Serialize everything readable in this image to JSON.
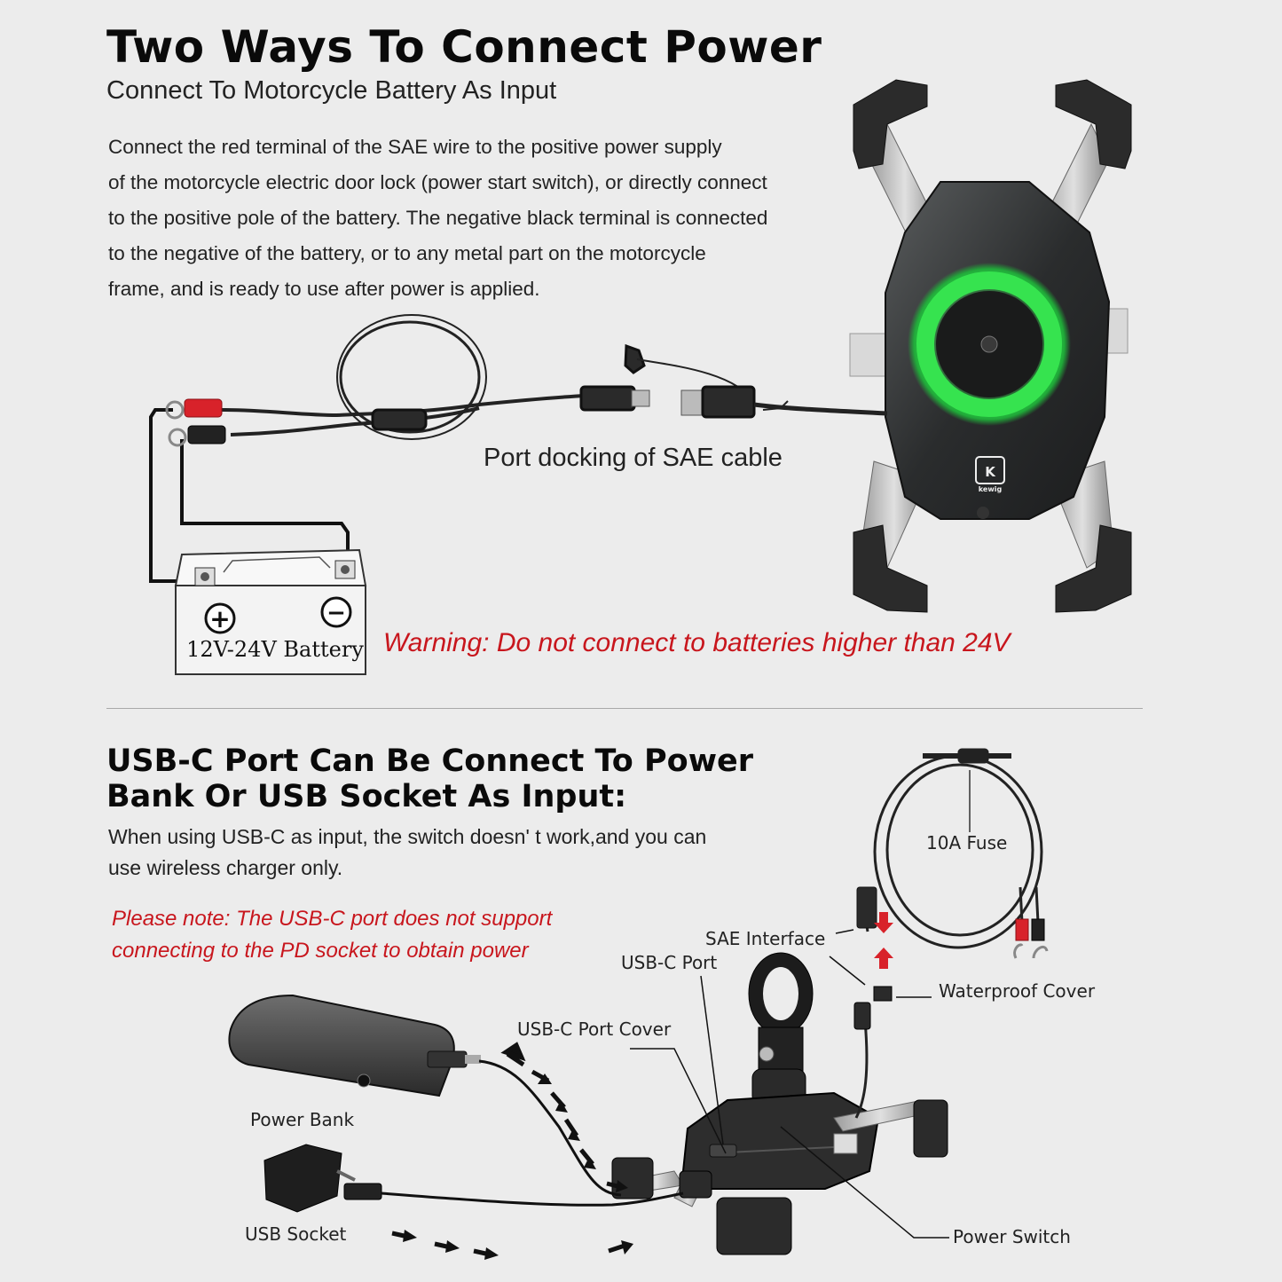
{
  "section1": {
    "title": "Two Ways To Connect Power",
    "subtitle": "Connect To Motorcycle Battery As Input",
    "paragraph_lines": [
      "Connect the red terminal of the SAE wire to the positive power supply",
      "of the motorcycle electric door lock (power start switch), or directly connect",
      "to the positive pole of the battery. The negative black terminal is connected",
      "to the negative of the battery, or to any metal part on the motorcycle",
      "frame, and is ready to use after power is applied."
    ],
    "sae_label": "Port docking of SAE cable",
    "battery_label": "12V-24V Battery",
    "battery_plus": "+",
    "battery_minus": "−",
    "warning": "Warning: Do not connect to batteries higher than 24V",
    "brand": "kewig"
  },
  "section2": {
    "title_lines": [
      "USB-C Port Can Be Connect To Power",
      "Bank Or USB Socket As Input:"
    ],
    "paragraph_lines": [
      "When using USB-C as input, the switch doesn' t work,and you can",
      "use wireless charger only."
    ],
    "note_lines": [
      "Please note: The USB-C port does not support",
      "connecting to the PD socket to obtain power"
    ],
    "labels": {
      "fuse": "10A Fuse",
      "sae_interface": "SAE Interface",
      "usbc_port": "USB-C Port",
      "waterproof_cover": "Waterproof Cover",
      "usbc_port_cover": "USB-C Port Cover",
      "power_bank": "Power Bank",
      "usb_socket": "USB Socket",
      "power_switch": "Power Switch"
    }
  },
  "colors": {
    "background": "#ececec",
    "warning_red": "#c8161d",
    "ring_green": "#2fe04a"
  }
}
